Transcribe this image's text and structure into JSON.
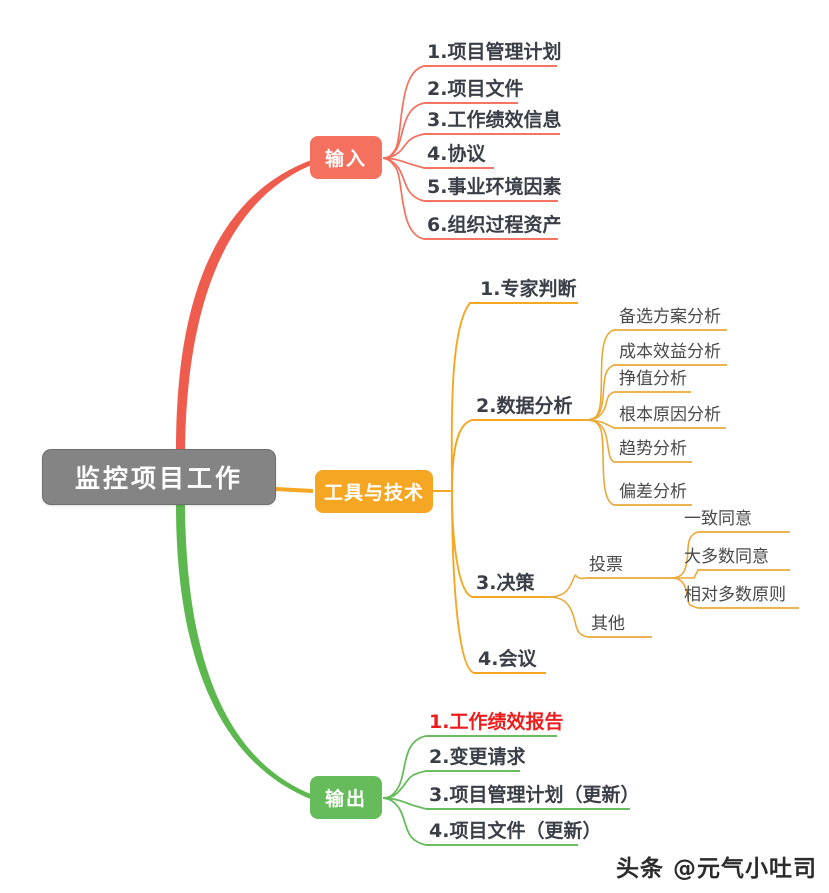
{
  "root": {
    "label": "监控项目工作",
    "color": "#848484"
  },
  "watermark": {
    "text": "头条 @元气小吐司"
  },
  "branches": [
    {
      "id": "input",
      "label": "输入",
      "color": "#f4715f",
      "items": [
        {
          "label": "1.项目管理计划"
        },
        {
          "label": "2.项目文件"
        },
        {
          "label": "3.工作绩效信息"
        },
        {
          "label": "4.协议"
        },
        {
          "label": "5.事业环境因素"
        },
        {
          "label": "6.组织过程资产"
        }
      ]
    },
    {
      "id": "tools",
      "label": "工具与技术",
      "color": "#f5a623",
      "items": [
        {
          "label": "1.专家判断"
        },
        {
          "label": "2.数据分析",
          "children": [
            {
              "label": "备选方案分析"
            },
            {
              "label": "成本效益分析"
            },
            {
              "label": "挣值分析"
            },
            {
              "label": "根本原因分析"
            },
            {
              "label": "趋势分析"
            },
            {
              "label": "偏差分析"
            }
          ]
        },
        {
          "label": "3.决策",
          "children": [
            {
              "label": "投票",
              "children": [
                {
                  "label": "一致同意"
                },
                {
                  "label": "大多数同意"
                },
                {
                  "label": "相对多数原则"
                }
              ]
            },
            {
              "label": "其他"
            }
          ]
        },
        {
          "label": "4.会议"
        }
      ]
    },
    {
      "id": "output",
      "label": "输出",
      "color": "#66bb5a",
      "items": [
        {
          "label": "1.工作绩效报告",
          "accent": "#ee1c1c"
        },
        {
          "label": "2.变更请求"
        },
        {
          "label": "3.项目管理计划（更新）"
        },
        {
          "label": "4.项目文件（更新）"
        }
      ]
    }
  ]
}
